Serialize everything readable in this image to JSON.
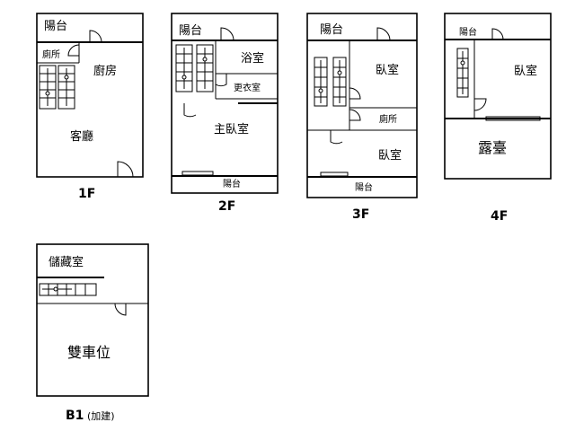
{
  "floors": {
    "f1": {
      "label": "1F",
      "rooms": {
        "balcony": "陽台",
        "toilet": "廁所",
        "kitchen": "廚房",
        "living": "客廳"
      }
    },
    "f2": {
      "label": "2F",
      "rooms": {
        "balcony_top": "陽台",
        "bath": "浴室",
        "dressing": "更衣室",
        "master": "主臥室",
        "balcony_bottom": "陽台"
      }
    },
    "f3": {
      "label": "3F",
      "rooms": {
        "balcony_top": "陽台",
        "bedroom_a": "臥室",
        "toilet": "廁所",
        "bedroom_b": "臥室",
        "balcony_bottom": "陽台"
      }
    },
    "f4": {
      "label": "4F",
      "rooms": {
        "balcony": "陽台",
        "bedroom": "臥室",
        "terrace": "露臺"
      }
    },
    "b1": {
      "label": "B1",
      "note": "(加建)",
      "rooms": {
        "storage": "儲藏室",
        "garage": "雙車位"
      }
    }
  }
}
